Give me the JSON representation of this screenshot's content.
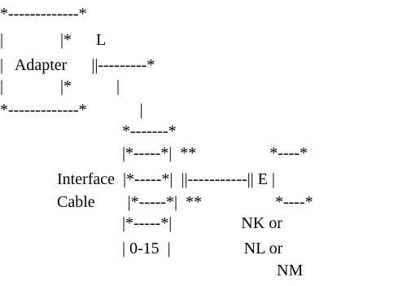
{
  "diagram": {
    "lines": [
      "*-------------*",
      "|              |*      L",
      "|   Adapter      ||---------*",
      "|              |*           |",
      "*-------------*             |",
      "                              *-------*",
      "                              |*-----*|  **                  *----*",
      "              Interface  |*-----*|  ||-----------|| E |",
      "              Cable        |*-----*|  **                  *----*",
      "                              |*-----*|                 NK or",
      "                              | 0-15  |                  NL or",
      "                                                                    NM"
    ]
  }
}
